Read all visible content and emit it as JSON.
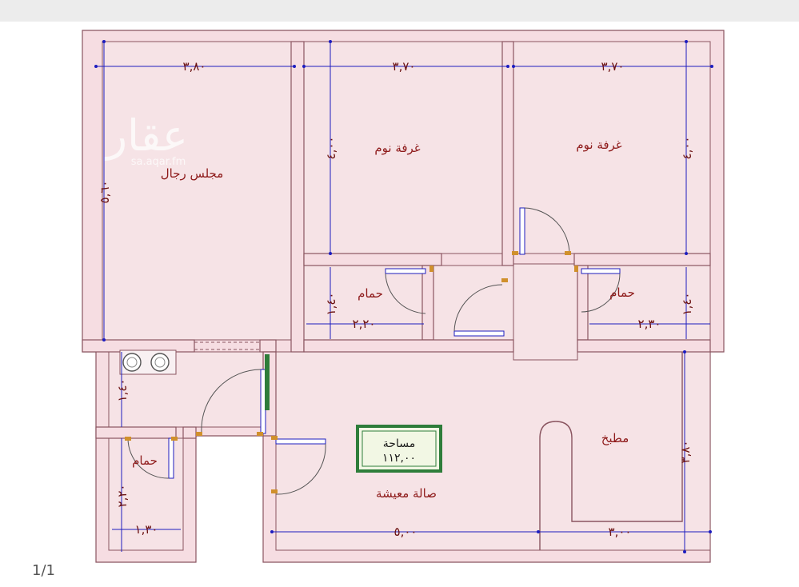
{
  "colors": {
    "wall_fill": "#f6dde2",
    "wall_stroke": "#8a5560",
    "room_fill": "#f6e3e6",
    "dimension": "#1d1dbf",
    "label": "#8e1a1a",
    "door_window": "#1d1dbf",
    "area_border": "#2e7d3a",
    "area_fill": "#f2f7e4"
  },
  "rooms": {
    "majlis": "مجلس رجال",
    "bedroom_1": "غرفة نوم",
    "bedroom_2": "غرفة نوم",
    "bathroom_mid": "حمام",
    "bathroom_right": "حمام",
    "bathroom_left": "حمام",
    "kitchen": "مطبخ",
    "living": "صالة معيشة"
  },
  "area_box": {
    "title": "مساحة",
    "value": "١١٢,٠٠"
  },
  "dimensions": {
    "majlis_width": "٣,٨٠",
    "majlis_length": "٥,٦٠",
    "bedroom_1_width": "٣,٧٠",
    "bedroom_1_length": "٤,٠٠",
    "bedroom_2_width": "٣,٧٠",
    "bedroom_2_length": "٤,٠٠",
    "bathroom_mid_width": "٢,٢٠",
    "bathroom_mid_length": "١,٤٠",
    "bathroom_right_width": "٢,٣٠",
    "bathroom_right_length": "١,٤٠",
    "laundry_length": "١,٤٠",
    "bathroom_left_length": "٢,٢٠",
    "bathroom_left_width": "١,٣٠",
    "living_width": "٥,٠٠",
    "kitchen_width": "٣,٠٠",
    "kitchen_length": "٣,٨٠"
  },
  "watermark": {
    "brand": "عقار",
    "url": "sa.aqar.fm"
  },
  "page_number": "1/1"
}
